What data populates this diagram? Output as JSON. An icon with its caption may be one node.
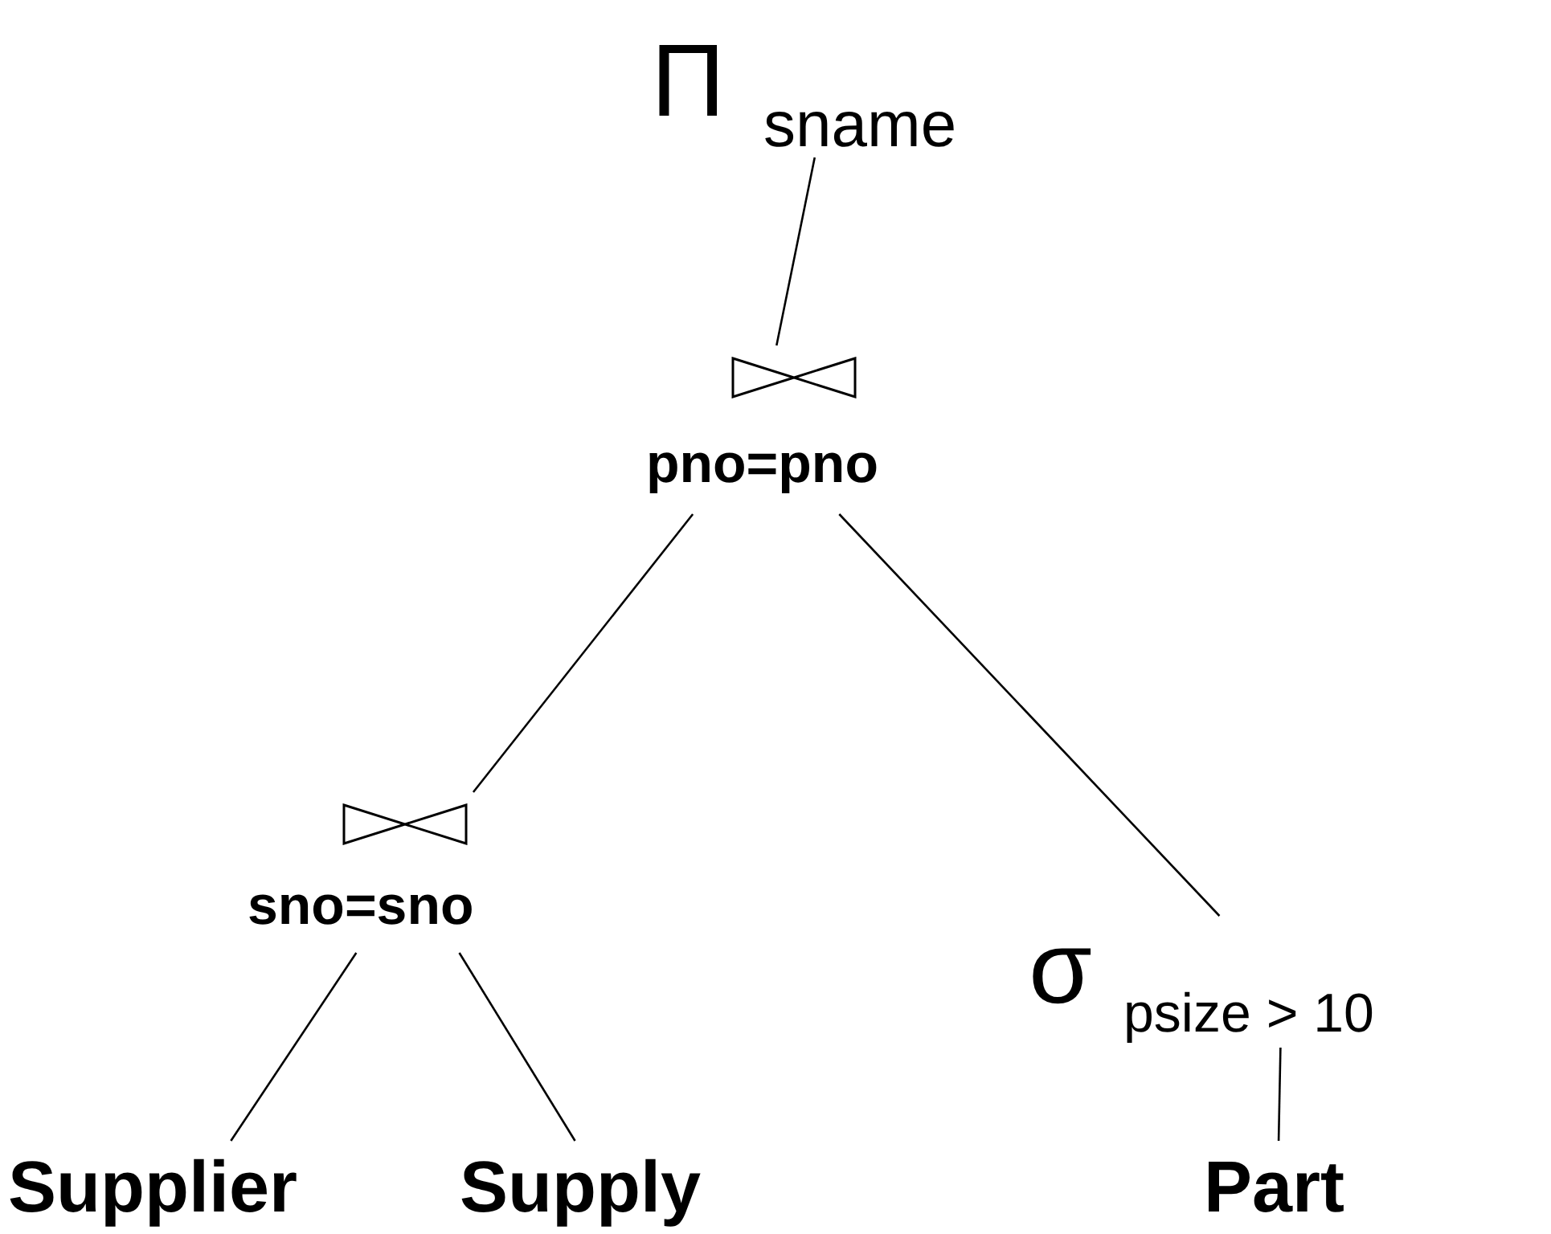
{
  "diagram": {
    "nodes": [
      {
        "text": [
          "Π",
          "sname"
        ]
      },
      {
        "text": [
          "pno=pno"
        ]
      },
      {
        "text": [
          "σ",
          "psize > 10"
        ]
      },
      {
        "text": [
          "sno=sno"
        ]
      },
      {
        "text": [
          "Supplier"
        ]
      },
      {
        "text": [
          "Supply"
        ]
      },
      {
        "text": [
          "Part"
        ]
      }
    ],
    "edges": [
      {
        "from": 0,
        "to": 1,
        "arrow": "none"
      },
      {
        "from": 1,
        "to": 3,
        "arrow": "none"
      },
      {
        "from": 1,
        "to": 2,
        "arrow": "none"
      },
      {
        "from": 3,
        "to": 4,
        "arrow": "none"
      },
      {
        "from": 3,
        "to": 5,
        "arrow": "none"
      },
      {
        "from": 2,
        "to": 6,
        "arrow": "none"
      }
    ]
  }
}
